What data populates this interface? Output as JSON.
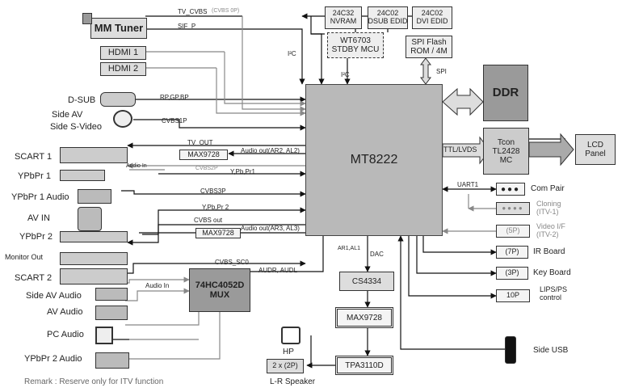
{
  "blocks": {
    "mm_tuner": "MM Tuner",
    "hdmi1": "HDMI 1",
    "hdmi2": "HDMI 2",
    "nvram": "24C32\nNVRAM",
    "dsub_edid": "24C02\nDSUB EDID",
    "dvi_edid": "24C02\nDVI EDID",
    "stdby_mcu": "WT6703\nSTDBY MCU",
    "spi_flash": "SPI Flash\nROM / 4M",
    "main_chip": "MT8222",
    "ddr": "DDR",
    "tcon": "Tcon\nTL2428\nMC",
    "lcd_panel": "LCD\nPanel",
    "max9728_a": "MAX9728",
    "max9728_b": "MAX9728",
    "max9728_c": "MAX9728",
    "mux": "74HC4052D\nMUX",
    "cs4334": "CS4334",
    "tpa3110d": "TPA3110D",
    "speaker": "2 x (2P)",
    "com_pair_conn": "",
    "cloning_conn": "",
    "video_if_conn": "(5P)",
    "ir_board_conn": "(7P)",
    "key_board_conn": "(3P)",
    "lips_conn": "10P"
  },
  "left_labels": {
    "dsub": "D-SUB",
    "side_av": "Side AV",
    "side_svideo": "Side S-Video",
    "scart1": "SCART 1",
    "ypbpr1": "YPbPr 1",
    "ypbpr1_audio": "YPbPr 1 Audio",
    "av_in": "AV  IN",
    "ypbpr2": "YPbPr 2",
    "monitor_out": "Monitor Out",
    "scart2": "SCART 2",
    "side_av_audio": "Side AV Audio",
    "av_audio": "AV  Audio",
    "pc_audio": "PC Audio",
    "ypbpr2_audio": "YPbPr 2 Audio"
  },
  "right_labels": {
    "com_pair": "Com Pair",
    "cloning": "Cloning\n(ITV-1)",
    "video_if": "Video I/F\n(ITV-2)",
    "ir_board": "IR Board",
    "key_board": "Key Board",
    "lips": "LIPS/PS\ncontrol",
    "side_usb": "Side USB",
    "hp": "HP",
    "lr_speaker": "L-R Speaker"
  },
  "signal_labels": {
    "tv_cvbs": "TV_CVBS",
    "cvbs_op": "(CVBS 0P)",
    "sif_p": "SIF_P",
    "i2c_a": "I²C",
    "i2c_b": "I²C",
    "spi": "SPI",
    "rp_gp_bp": "RP,GP,BP",
    "cvbs1p": "CVBS1P",
    "tv_out": "TV_OUT",
    "audio_out_1": "Audio out(AR2, AL2)",
    "audio_in_1": "Audio In",
    "cvbs2p": "CVBS2P",
    "y_pb_pr1": "Y,Pb,Pr1",
    "ttl_lvds": "TTL/LVDS",
    "uart1": "UART1",
    "cvbs3p": "CVBS3P",
    "y_pb_pr2": "Y,Pb,Pr 2",
    "cvbs_out": "CVBS  out",
    "audio_out_2": "Audio out(AR3, AL3)",
    "ar1_al1": "AR1,AL1",
    "dac": "DAC",
    "cvbs_sc0": "CVBS_SC0",
    "audr_audl": "AUDR, AUDL",
    "audio_in_2": "Audio In"
  },
  "remark": "Remark : Reserve only for ITV function"
}
